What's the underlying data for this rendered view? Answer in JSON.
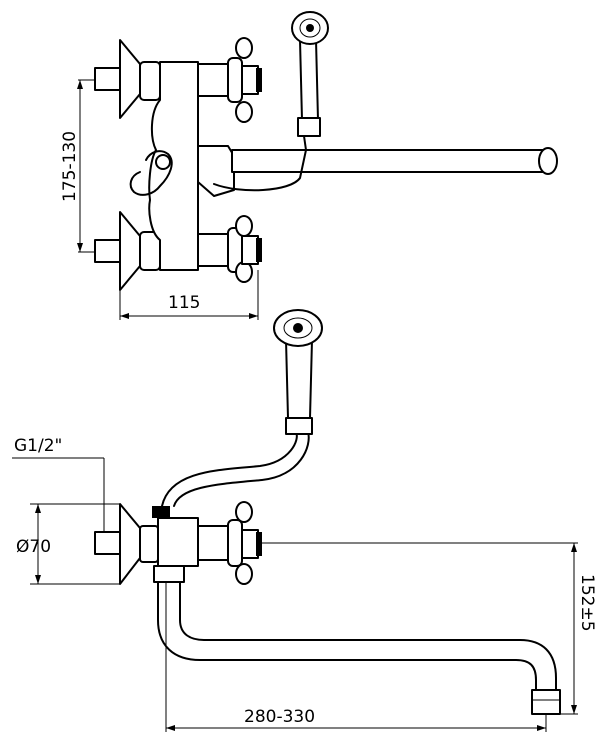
{
  "dimensions": {
    "top_height": "175-130",
    "top_width": "115",
    "thread": "G1/2\"",
    "diameter": "Ø70",
    "spout_height": "152±5",
    "spout_reach": "280-330"
  }
}
